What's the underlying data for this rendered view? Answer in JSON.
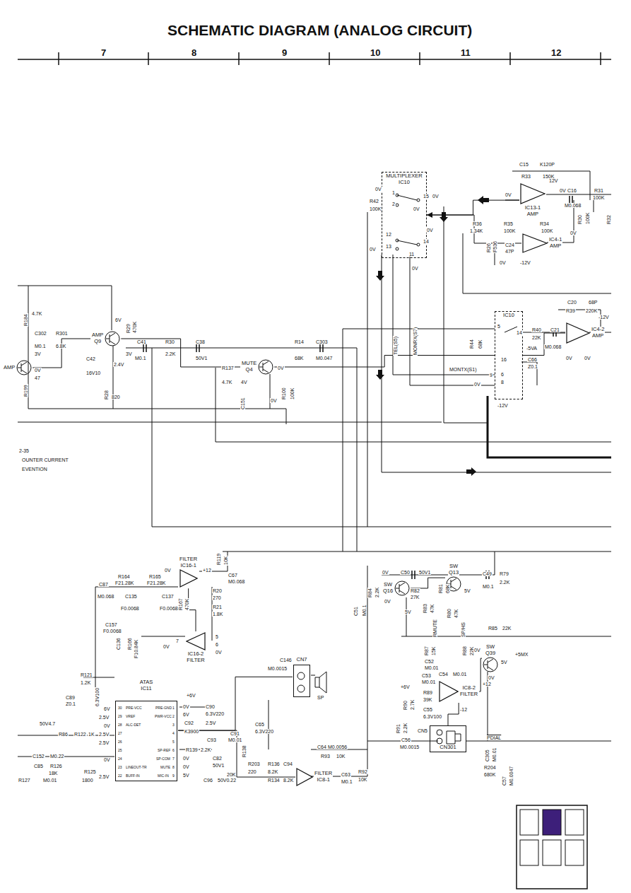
{
  "diagram": {
    "title": "SCHEMATIC DIAGRAM (ANALOG CIRCUIT)",
    "nodes": [
      {
        "text": [
          "MULTIPLEXER",
          "IC10"
        ]
      },
      {
        "text": [
          "IC13-1",
          "AMP"
        ]
      },
      {
        "text": [
          "IC4-1",
          "AMP"
        ]
      },
      {
        "text": [
          "IC10"
        ]
      },
      {
        "text": [
          "IC4-2",
          "AMP"
        ]
      },
      {
        "text": [
          "AMP",
          "Q9"
        ]
      },
      {
        "text": [
          "MUTE",
          "Q4"
        ]
      },
      {
        "text": [
          "AMP"
        ]
      },
      {
        "text": [
          "FILTER",
          "IC16-1"
        ]
      },
      {
        "text": [
          "IC16-2",
          "FILTER"
        ]
      },
      {
        "text": [
          "ATAS",
          "IC11"
        ]
      },
      {
        "text": [
          "CN7"
        ]
      },
      {
        "text": [
          "FILTER",
          "IC8-1"
        ]
      },
      {
        "text": [
          "SW",
          "Q16"
        ]
      },
      {
        "text": [
          "SW",
          "Q13"
        ]
      },
      {
        "text": [
          "SW",
          "Q39"
        ]
      },
      {
        "text": [
          "IC8-2",
          "FILTER"
        ]
      },
      {
        "text": [
          "CN301"
        ]
      }
    ],
    "edges": [
      {
        "from": 7,
        "to": 5,
        "arrow": "none"
      },
      {
        "from": 5,
        "to": 6,
        "arrow": "none"
      },
      {
        "from": 1,
        "to": 0,
        "arrow": "to"
      },
      {
        "from": 0,
        "to": 2,
        "arrow": "none"
      },
      {
        "from": 3,
        "to": 4,
        "arrow": "none"
      },
      {
        "from": 6,
        "to": 3,
        "arrow": "none"
      },
      {
        "from": 8,
        "to": 9,
        "arrow": "none"
      },
      {
        "from": 10,
        "to": 11,
        "arrow": "none"
      },
      {
        "from": 10,
        "to": 12,
        "arrow": "none"
      },
      {
        "from": 13,
        "to": 14,
        "arrow": "none"
      },
      {
        "from": 16,
        "to": 17,
        "arrow": "none"
      },
      {
        "from": 15,
        "to": 16,
        "arrow": "none"
      }
    ],
    "labels": [
      "7",
      "8",
      "9",
      "10",
      "11",
      "12",
      "0V",
      "1",
      "2",
      "15",
      "0V",
      "0V",
      "R42",
      "100K",
      "12",
      "13",
      "14",
      "0V",
      "0V",
      "11",
      "0V",
      "C15",
      "K120P",
      "R33",
      "150K",
      "12V",
      "0V",
      "0V",
      "C16",
      "M0.068",
      "R31",
      "100K",
      "R30",
      "100K",
      "R32",
      "R36",
      "1.34K",
      "R35",
      "100K",
      "R34",
      "100K",
      "R26",
      "F536",
      "C24",
      "47P",
      "0V",
      "0V",
      "-12V",
      "C20",
      "68P",
      "R39",
      "220K",
      "-12V",
      "R40",
      "22K",
      "C21",
      "M0.068",
      "0V",
      "0V",
      "5",
      "14",
      "R44",
      "68K",
      "-5VA",
      "16",
      "C66",
      "Z0.1",
      "6",
      "8",
      "9",
      "0V",
      "MONTX(S1)",
      "-12V",
      "TEL(S5)",
      "MONRX(S7)",
      "R184",
      "4.7K",
      "C302",
      "M0.1",
      "R301",
      "6.8K",
      "3V",
      "0V",
      "R199",
      "47",
      "6V",
      "3V",
      "2.4V",
      "R29",
      "470K",
      "C41",
      "M0.1",
      "C42",
      "16V10",
      "R28",
      "820",
      "R30",
      "2.2K",
      "C38",
      "50V1",
      "R137",
      "4.7K",
      "4V",
      "0V",
      "C151",
      "R100",
      "100K",
      "0V",
      "R14",
      "68K",
      "C303",
      "M0.047",
      "2-35",
      "OUNTER CURRENT",
      "EVENTION",
      "0V",
      "+12",
      "R119",
      "10K",
      "R164",
      "F21.28K",
      "R165",
      "F21.28K",
      "C87",
      "M0.068",
      "C135",
      "F0.0068",
      "C137",
      "F0.0068",
      "R167",
      "470K",
      "C67",
      "M0.068",
      "R20",
      "270",
      "R21",
      "1.8K",
      "C157",
      "F0.0068",
      "C136",
      "R166",
      "F10.84K",
      "0V",
      "5",
      "6",
      "7",
      "0V",
      "R121",
      "1.2K",
      "C89",
      "Z0.1",
      "6.3V100",
      "+6V",
      "C90",
      "6.3V220",
      "2.5V",
      "C92",
      "K3900",
      "C93",
      "R139",
      "2.2K",
      "C91",
      "M0.01",
      "R138",
      "C146",
      "M0.0015",
      "SP",
      "C65",
      "6.3V220",
      "C82",
      "50V1",
      "R203",
      "220",
      "R136",
      "8.2K",
      "C94",
      "20K",
      "R134",
      "8.2K",
      "C64",
      "M0.0056",
      "R93",
      "10K",
      "C63",
      "M0.1",
      "R92",
      "10K",
      "C96",
      "50V0.22",
      "6V",
      "2.5V",
      "0V",
      "2.5V",
      "2.5V",
      "0V",
      "2.5V",
      "0V",
      "6V",
      "0V",
      "0V",
      "5V",
      "30",
      "29",
      "28",
      "27",
      "26",
      "25",
      "24",
      "23",
      "22",
      "1",
      "2",
      "3",
      "4",
      "5",
      "6",
      "7",
      "8",
      "9",
      "PRE-VCC",
      "VREF",
      "ALC-DET",
      "LINEOUT-TR",
      "BUFF-IN",
      "PRE-GND",
      "PWR-VCC",
      "SP-REF",
      "SP-COM",
      "MUTE",
      "MIC-IN",
      "0V",
      "C50",
      "50V1",
      "C49",
      "M0.1",
      "R79",
      "2.2K",
      "R84",
      "2.2K",
      "C51",
      "M0.1",
      "0V",
      "R82",
      "27K",
      "5V",
      "R81",
      "68K",
      "R83",
      "47K",
      "5V",
      "RMUTE",
      "R80",
      "47K",
      "SP/HS",
      "R85",
      "22K",
      "R87",
      "15K",
      "R88",
      "22K",
      "0V",
      "+5MX",
      "5V",
      "0V",
      "C52",
      "M0.01",
      "+6V",
      "C53",
      "M0.01",
      "C54",
      "M0.01",
      "+12",
      "-12",
      "R89",
      "39K",
      "R90",
      "2.7K",
      "C55",
      "6.3V100",
      "R91",
      "2.2K",
      "C56",
      "M0.0015",
      "CN5",
      "PDIAL",
      "C305",
      "M0.01",
      "R204",
      "680K",
      "C57",
      "M0.0047",
      "50V4.7",
      "R86",
      "R122",
      "1K",
      "C152",
      "M0.22",
      "C85",
      "R126",
      "18K",
      "R125",
      "1800",
      "R127",
      "M0.01"
    ]
  }
}
